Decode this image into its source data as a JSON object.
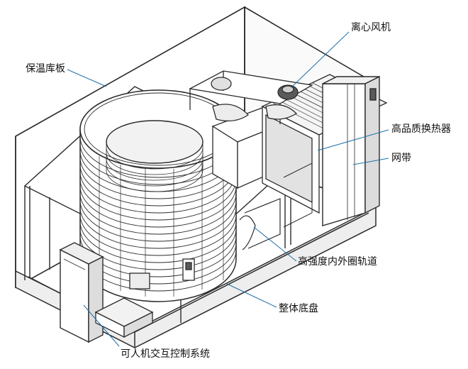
{
  "labels": {
    "insulated_panel": "保温库板",
    "centrifugal_fan": "离心风机",
    "heat_exchanger": "高品质换热器",
    "mesh_belt": "网带",
    "track": "高强度内外圈轨道",
    "chassis": "整体底盘",
    "hmi_control": "可人机交互控制系统"
  },
  "colors": {
    "line": "#2b2b2b",
    "leader": "#1f6fa8",
    "panel_fill": "#ffffff",
    "shade": "#d9d9d9",
    "dark": "#5a5a5a"
  }
}
